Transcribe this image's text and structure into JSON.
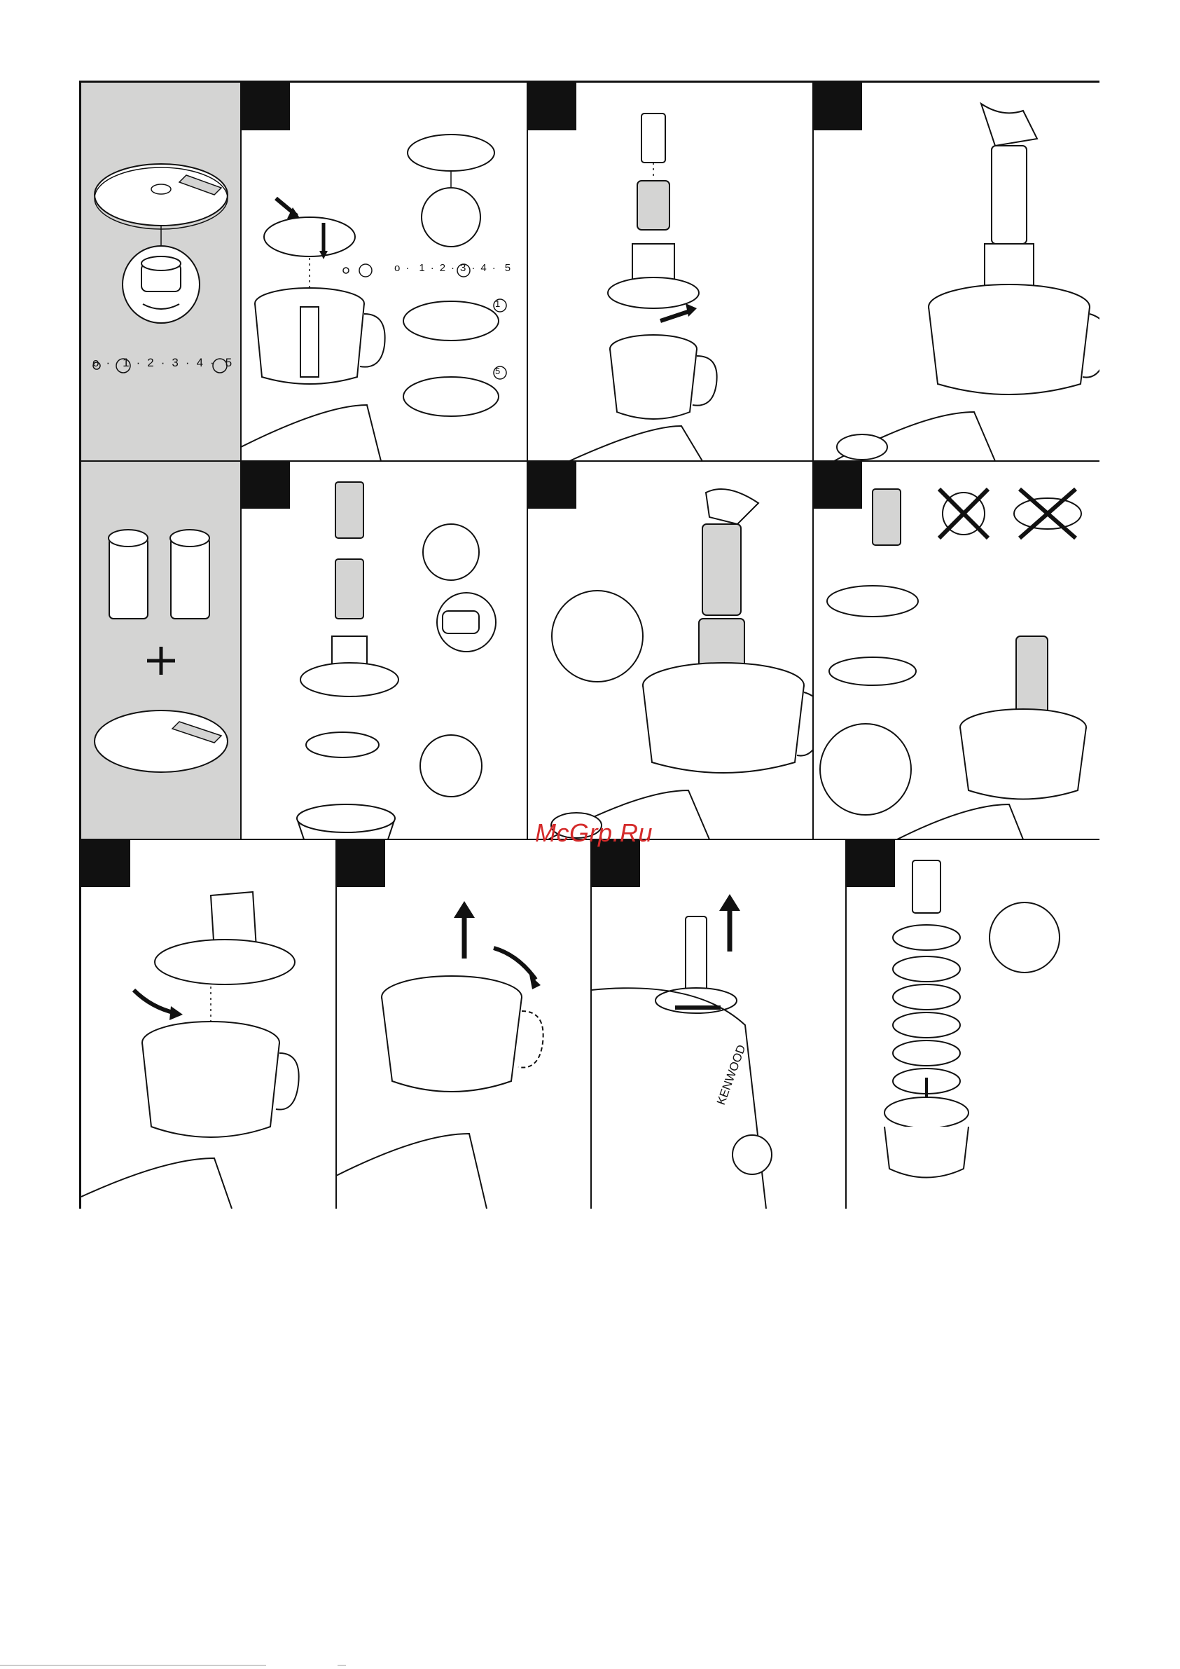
{
  "watermark": "McGrp.Ru",
  "slicer_settings": [
    "o",
    "1",
    "2",
    "3",
    "4",
    "5"
  ],
  "kenwood_logo": "KENWOOD",
  "colors": {
    "panel_grey": "#d4d4d3",
    "line": "#111111",
    "watermark": "#d42a2a"
  }
}
